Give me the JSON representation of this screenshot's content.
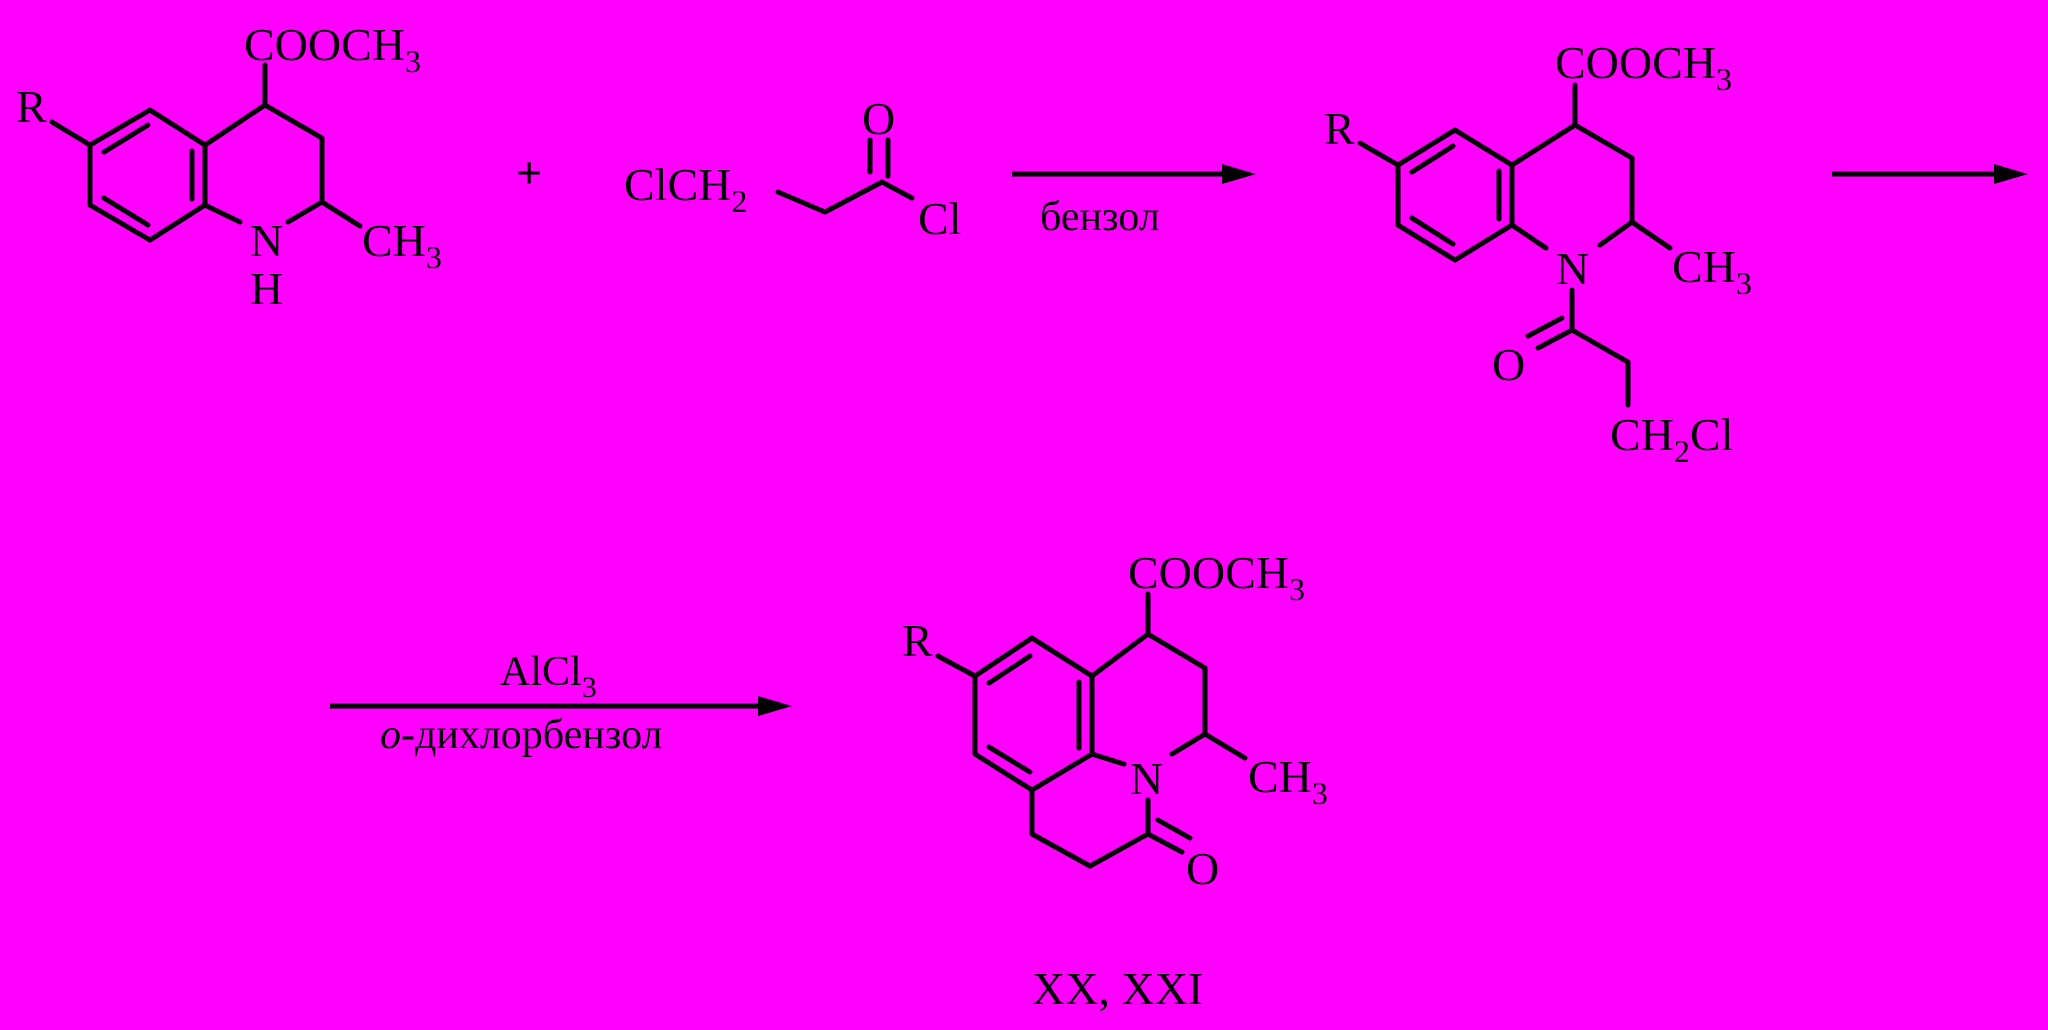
{
  "colors": {
    "background": "#ff00ff",
    "ink": "#000000"
  },
  "reactant1": {
    "r": "R",
    "coome_main": "COOCH",
    "coome_sub": "3",
    "nh_n": "N",
    "nh_h": "H",
    "ch3_main": "CH",
    "ch3_sub": "3"
  },
  "plus": "+",
  "reagent": {
    "clch2_main": "ClCH",
    "clch2_sub": "2",
    "o": "O",
    "cl": "Cl"
  },
  "arrow1": {
    "label": "бензол"
  },
  "intermediate": {
    "r": "R",
    "coome_main": "COOCH",
    "coome_sub": "3",
    "n": "N",
    "ch3_main": "CH",
    "ch3_sub": "3",
    "o": "O",
    "ch2cl_a": "CH",
    "ch2cl_sub": "2",
    "ch2cl_b": "Cl"
  },
  "arrow3": {
    "reagent_main": "AlCl",
    "reagent_sub": "3",
    "solvent_italic": "o",
    "solvent_rest": "-дихлорбензол"
  },
  "product": {
    "r": "R",
    "coome_main": "COOCH",
    "coome_sub": "3",
    "n": "N",
    "ch3_main": "CH",
    "ch3_sub": "3",
    "o": "O",
    "label": "XX, XXI"
  }
}
